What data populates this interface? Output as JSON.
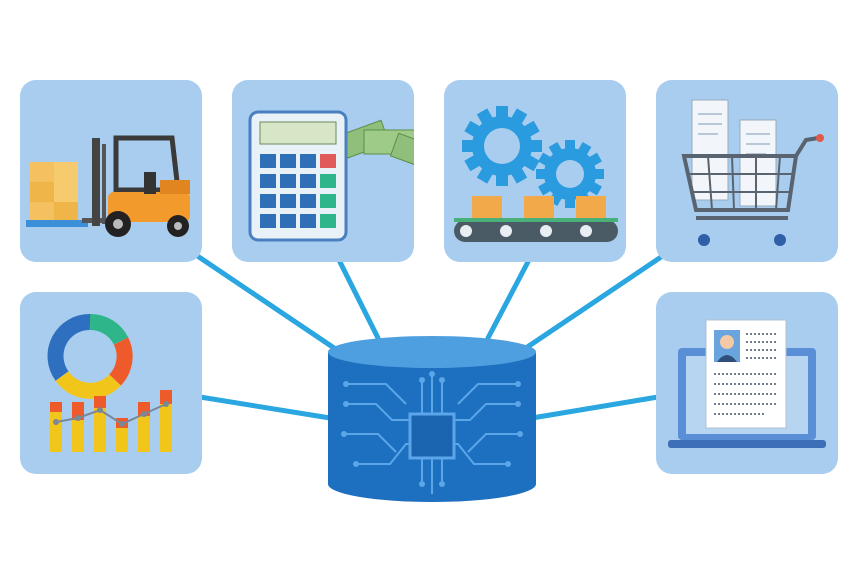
{
  "diagram": {
    "hub": {
      "icon": "circuit-database-icon"
    },
    "modules": [
      {
        "id": "warehouse",
        "icon": "forklift-icon"
      },
      {
        "id": "accounting",
        "icon": "calculator-money-icon"
      },
      {
        "id": "production",
        "icon": "gears-conveyor-icon"
      },
      {
        "id": "sales",
        "icon": "shopping-cart-receipts-icon"
      },
      {
        "id": "analytics",
        "icon": "charts-icon"
      },
      {
        "id": "hr",
        "icon": "laptop-resume-icon"
      }
    ],
    "colors": {
      "panel": "#a8cdef",
      "connector": "#2aa6e0",
      "database": "#1d6fc0",
      "database_top": "#4e9fdf"
    }
  }
}
